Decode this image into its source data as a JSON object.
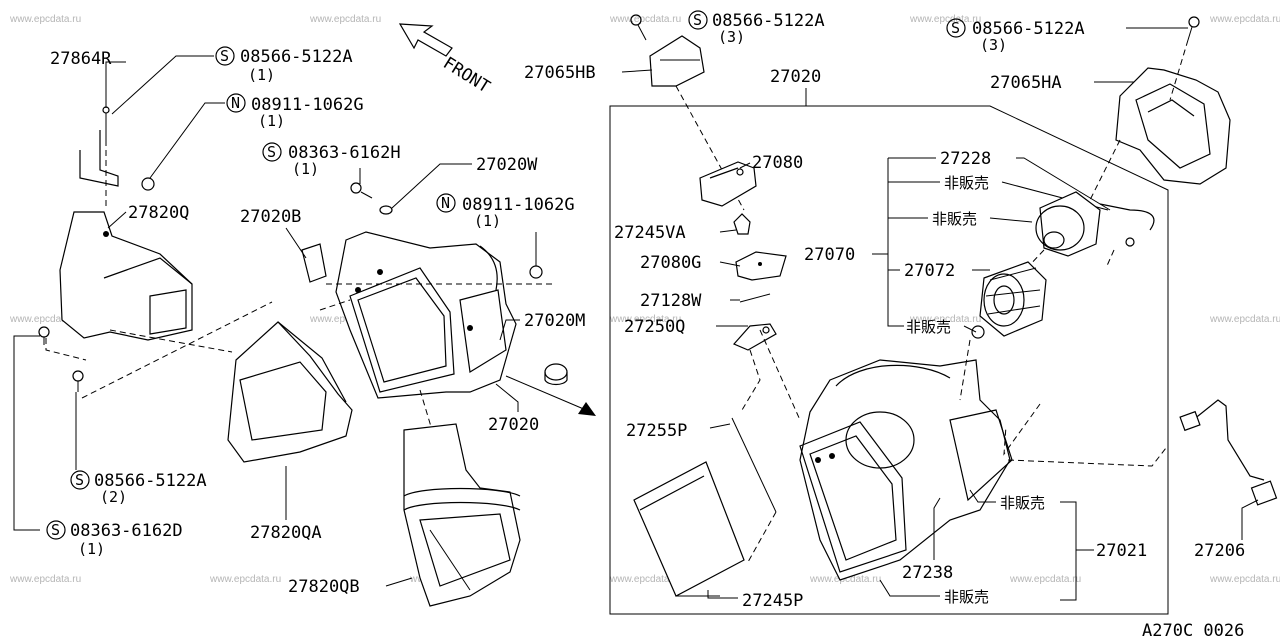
{
  "front_label": "FRONT",
  "diagram_code": "A270C 0026",
  "watermark": "www.epcdata.ru",
  "not_for_sale": "非販売",
  "fastener_prefix_s": "S",
  "fastener_prefix_n": "N",
  "labels": {
    "p27864R": "27864R",
    "s1": "08566-5122A",
    "s1_qty": "(1)",
    "n1": "08911-1062G",
    "n1_qty": "(1)",
    "s2": "08363-6162H",
    "s2_qty": "(1)",
    "p27020W": "27020W",
    "p27820Q": "27820Q",
    "p27020B": "27020B",
    "n2": "08911-1062G",
    "n2_qty": "(1)",
    "p27020M": "27020M",
    "p27020_left": "27020",
    "s3": "08566-5122A",
    "s3_qty": "(2)",
    "p27820QA": "27820QA",
    "s4": "08363-6162D",
    "s4_qty": "(1)",
    "p27820QB": "27820QB",
    "s5": "08566-5122A",
    "s5_qty": "(3)",
    "p27065HB": "27065HB",
    "p27020_box": "27020",
    "p27080": "27080",
    "p27245VA": "27245VA",
    "p27080G": "27080G",
    "p27128W": "27128W",
    "p27250Q": "27250Q",
    "p27255P": "27255P",
    "p27245P": "27245P",
    "p27238": "27238",
    "s6": "08566-5122A",
    "s6_qty": "(3)",
    "p27065HA": "27065HA",
    "p27228": "27228",
    "p27070": "27070",
    "p27072": "27072",
    "p27021": "27021",
    "p27206": "27206"
  }
}
